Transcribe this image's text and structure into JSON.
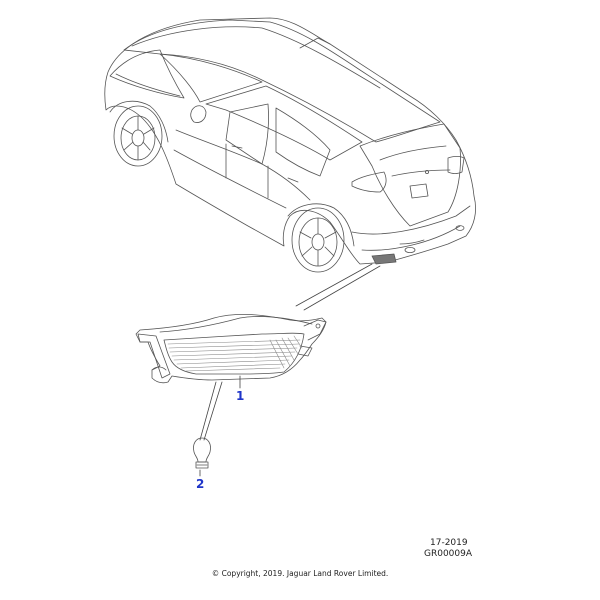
{
  "callouts": {
    "part_1": "1",
    "part_2": "2"
  },
  "reference": {
    "date": "17-2019",
    "code": "GR00009A"
  },
  "copyright": "© Copyright, 2019. Jaguar Land Rover Limited.",
  "colors": {
    "line": "#555555",
    "callout": "#1f35c9"
  }
}
